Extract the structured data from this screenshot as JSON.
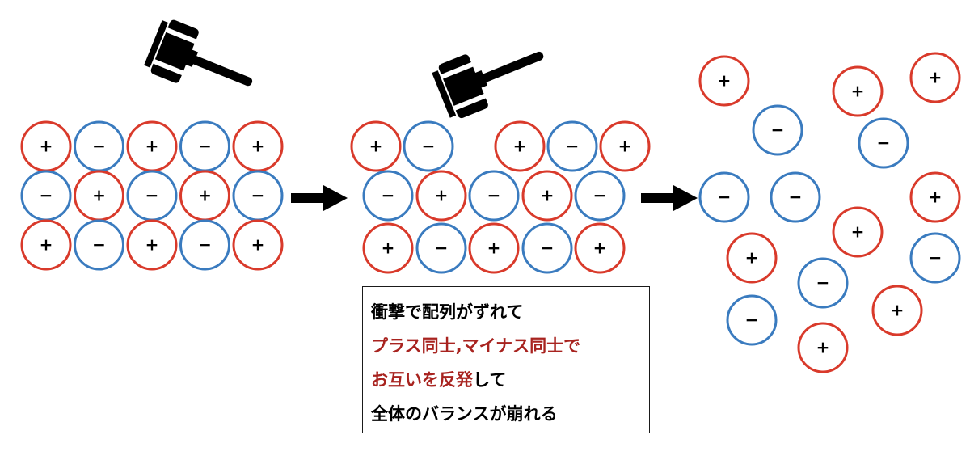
{
  "colors": {
    "cation": "#d93a2b",
    "anion": "#3a7bbf",
    "text": "#000000",
    "highlight": "#a8231f"
  },
  "ions": {
    "plus_symbol": "+",
    "minus_symbol": "−"
  },
  "icons": [
    "hammer-icon",
    "hammer-icon",
    "arrow-right-icon",
    "arrow-right-icon"
  ],
  "caption": {
    "line1": "衝撃で配列がずれて",
    "line2_red": "プラス同士,マイナス同士で",
    "line3_red": "お互いを反発",
    "line3_rest": "して",
    "line4": "全体のバランスが崩れる"
  }
}
